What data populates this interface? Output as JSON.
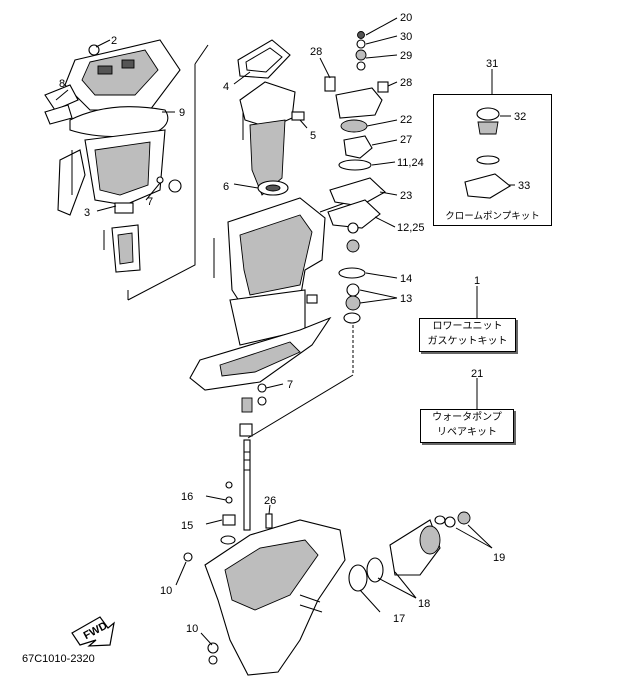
{
  "callouts": {
    "c1": "1",
    "c2": "2",
    "c3": "3",
    "c4": "4",
    "c5": "5",
    "c6": "6",
    "c7a": "7",
    "c7b": "7",
    "c8": "8",
    "c9": "9",
    "c10a": "10",
    "c10b": "10",
    "c11_24": "11,24",
    "c12_25": "12,25",
    "c13": "13",
    "c14": "14",
    "c15": "15",
    "c16": "16",
    "c17": "17",
    "c18": "18",
    "c19": "19",
    "c20": "20",
    "c21": "21",
    "c22": "22",
    "c23": "23",
    "c26": "26",
    "c27": "27",
    "c28a": "28",
    "c28b": "28",
    "c29": "29",
    "c30": "30",
    "c31": "31",
    "c32": "32",
    "c33": "33"
  },
  "kits": {
    "lower_unit_gasket": {
      "line1": "ロワーユニット",
      "line2": "ガスケットキット"
    },
    "water_pump_repair": {
      "line1": "ウォータポンプ",
      "line2": "リペアキット"
    },
    "chrome_pump": "クロームポンプキット"
  },
  "fwd_label": "FWD",
  "catalog_code": "67C1010-2320"
}
